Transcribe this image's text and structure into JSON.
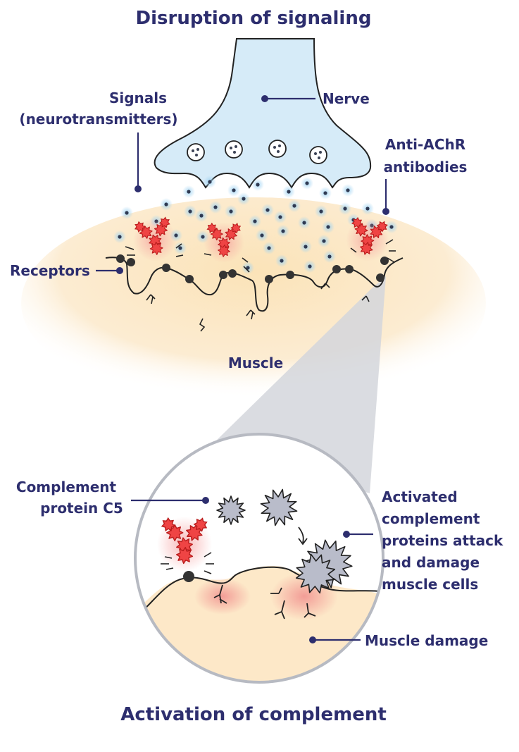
{
  "titles": {
    "top": "Disruption of signaling",
    "bottom": "Activation of complement"
  },
  "labels": {
    "nerve": "Nerve",
    "signals_line1": "Signals",
    "signals_line2": "(neurotransmitters)",
    "antibodies_line1": "Anti-AChR",
    "antibodies_line2": "antibodies",
    "receptors": "Receptors",
    "muscle": "Muscle",
    "c5_line1": "Complement",
    "c5_line2": "protein C5",
    "activated_line1": "Activated",
    "activated_line2": "complement",
    "activated_line3": "proteins attack",
    "activated_line4": "and damage",
    "activated_line5": "muscle cells",
    "muscle_damage": "Muscle damage"
  },
  "colors": {
    "ink": "#2d2e6e",
    "nerve_fill": "#d6ebf8",
    "muscle_fill": "#fbe6c2",
    "antibody_red": "#ef4444",
    "complement_gray": "#b9bcca",
    "zoom_gray": "#d4d6dc"
  }
}
